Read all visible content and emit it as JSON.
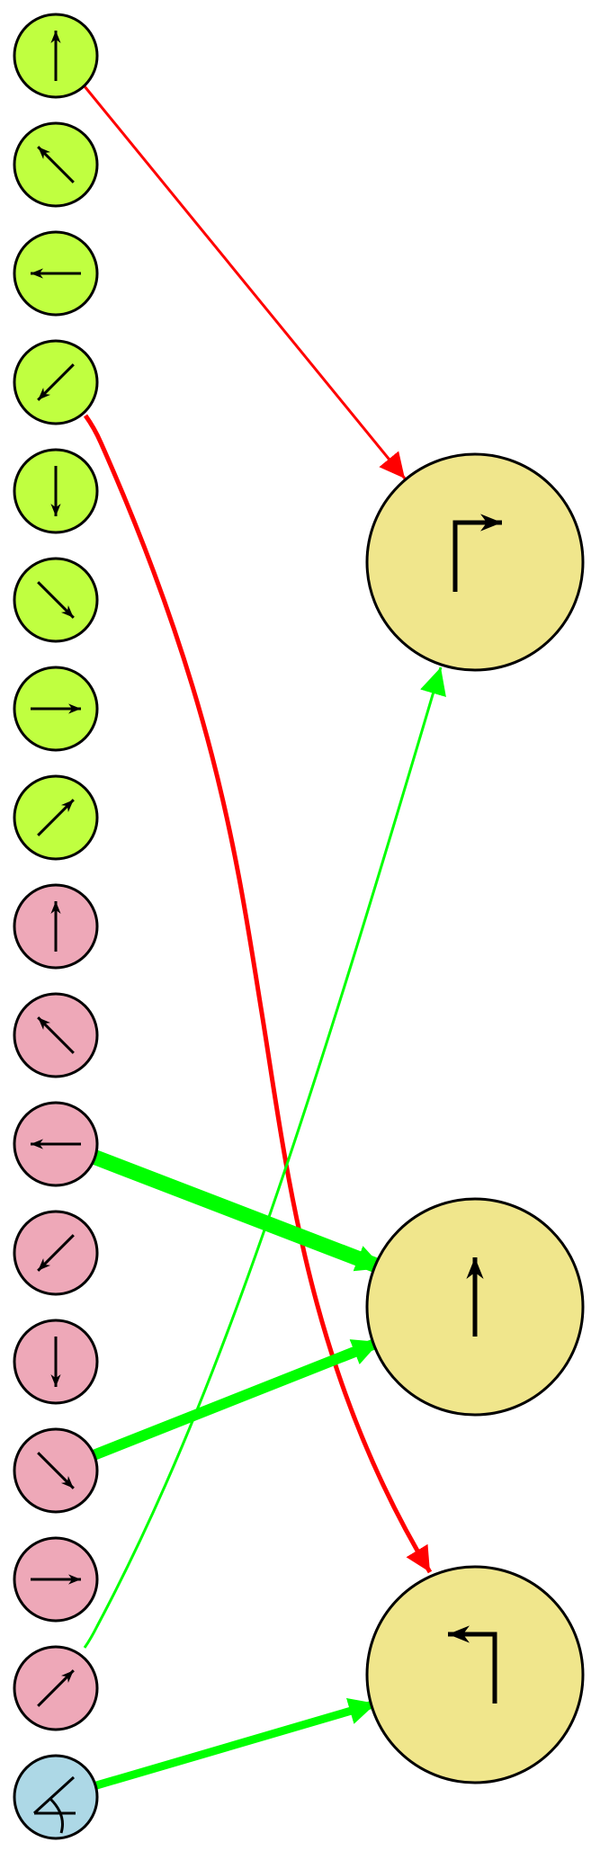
{
  "colors": {
    "green_node": "#c0ff40",
    "pink_node": "#eea8b8",
    "blue_node": "#add8e6",
    "target_node": "#f0e68c",
    "red_edge": "#ff0000",
    "green_edge": "#00ff00"
  },
  "sources": [
    {
      "id": "g-up",
      "group": "green",
      "icon": "arrow-up-icon"
    },
    {
      "id": "g-up-left",
      "group": "green",
      "icon": "arrow-up-left-icon"
    },
    {
      "id": "g-left",
      "group": "green",
      "icon": "arrow-left-icon"
    },
    {
      "id": "g-down-left",
      "group": "green",
      "icon": "arrow-down-left-icon"
    },
    {
      "id": "g-down",
      "group": "green",
      "icon": "arrow-down-icon"
    },
    {
      "id": "g-down-right",
      "group": "green",
      "icon": "arrow-down-right-icon"
    },
    {
      "id": "g-right",
      "group": "green",
      "icon": "arrow-right-icon"
    },
    {
      "id": "g-up-right",
      "group": "green",
      "icon": "arrow-up-right-icon"
    },
    {
      "id": "p-up",
      "group": "pink",
      "icon": "arrow-up-icon"
    },
    {
      "id": "p-up-left",
      "group": "pink",
      "icon": "arrow-up-left-icon"
    },
    {
      "id": "p-left",
      "group": "pink",
      "icon": "arrow-left-icon"
    },
    {
      "id": "p-down-left",
      "group": "pink",
      "icon": "arrow-down-left-icon"
    },
    {
      "id": "p-down",
      "group": "pink",
      "icon": "arrow-down-icon"
    },
    {
      "id": "p-down-right",
      "group": "pink",
      "icon": "arrow-down-right-icon"
    },
    {
      "id": "p-right",
      "group": "pink",
      "icon": "arrow-right-icon"
    },
    {
      "id": "p-up-right",
      "group": "pink",
      "icon": "arrow-up-right-icon"
    },
    {
      "id": "b-angle",
      "group": "blue",
      "icon": "angle-icon"
    }
  ],
  "targets": [
    {
      "id": "t-turn-right",
      "icon": "turn-right-icon"
    },
    {
      "id": "t-straight",
      "icon": "straight-up-icon"
    },
    {
      "id": "t-turn-left",
      "icon": "turn-left-icon"
    }
  ],
  "edges": [
    {
      "from": "g-up",
      "to": "t-turn-right",
      "color": "red",
      "weight": 1
    },
    {
      "from": "g-down-left",
      "to": "t-turn-left",
      "color": "red",
      "weight": 2
    },
    {
      "from": "p-up-right",
      "to": "t-turn-right",
      "color": "green",
      "weight": 1
    },
    {
      "from": "p-left",
      "to": "t-straight",
      "color": "green",
      "weight": 6
    },
    {
      "from": "p-down-right",
      "to": "t-straight",
      "color": "green",
      "weight": 4
    },
    {
      "from": "b-angle",
      "to": "t-turn-left",
      "color": "green",
      "weight": 3
    }
  ]
}
